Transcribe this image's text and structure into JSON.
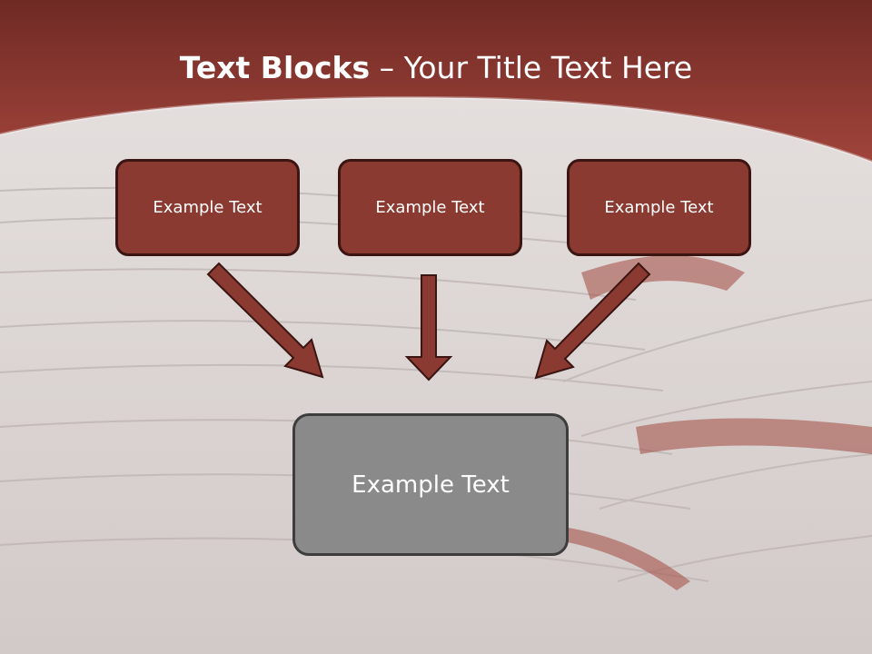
{
  "title": {
    "bold": "Text Blocks",
    "separator": " – ",
    "regular": "Your Title Text Here"
  },
  "blocks": [
    {
      "label": "Example Text"
    },
    {
      "label": "Example Text"
    },
    {
      "label": "Example Text"
    }
  ],
  "main_block": {
    "label": "Example Text"
  },
  "colors": {
    "header": "#8f3a32",
    "box_fill": "#8a3a31",
    "box_border": "#3a1512",
    "main_box_fill": "#8a8a8a",
    "arrow": "#8a3a31"
  }
}
